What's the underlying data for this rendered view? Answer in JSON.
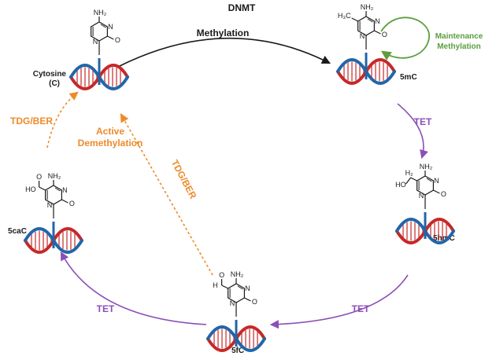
{
  "colors": {
    "purple": "#8b4fb8",
    "orange": "#ee8a2a",
    "green": "#5c9e3e",
    "black": "#1a1a1a",
    "dna_red": "#c62828",
    "dna_blue": "#2166a8"
  },
  "diagram": {
    "enzyme_top": "DNMT",
    "methylation_label": "Methylation",
    "maintenance_line1": "Maintenance",
    "maintenance_line2": "Methylation",
    "tet_label": "TET",
    "tdg_ber_label": "TDG/BER",
    "active_line1": "Active",
    "active_line2": "Demethylation"
  },
  "nodes": {
    "cytosine": {
      "name_line1": "Cytosine",
      "name_line2": "(C)"
    },
    "mc5": {
      "name": "5mC"
    },
    "hmc5": {
      "name": "5hmC"
    },
    "fc5": {
      "name": "5fC"
    },
    "cac5": {
      "name": "5caC"
    }
  },
  "atoms": {
    "nh2": "NH₂",
    "n": "N",
    "o": "O",
    "ch3": "H₃C",
    "h2": "H₂",
    "ho": "HO",
    "h": "H",
    "oh": "HO"
  }
}
